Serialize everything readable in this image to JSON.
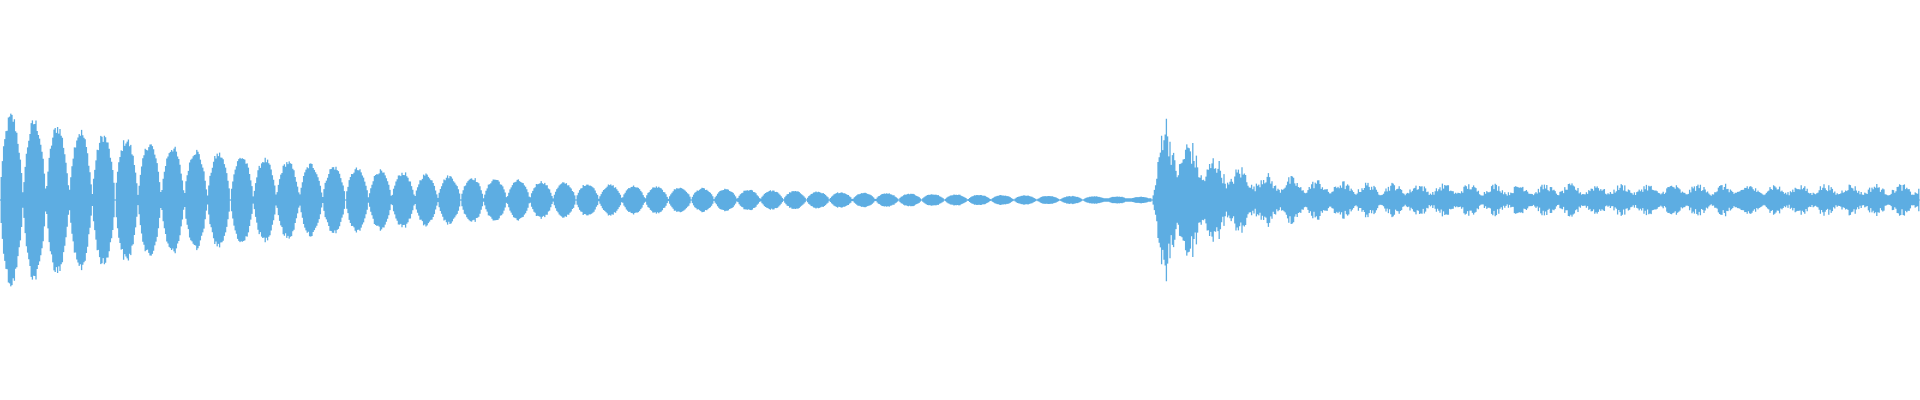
{
  "waveform": {
    "color": "#5dade2",
    "background": "#ffffff",
    "sections": [
      {
        "name": "decaying-pulses",
        "start": 0.0,
        "end": 0.6,
        "pulse_count": 50,
        "start_amplitude": 0.82,
        "end_amplitude": 0.03
      },
      {
        "name": "noisy-burst",
        "start": 0.6,
        "end": 1.0,
        "peak_amplitude": 1.0,
        "tail_amplitude": 0.15
      }
    ]
  }
}
